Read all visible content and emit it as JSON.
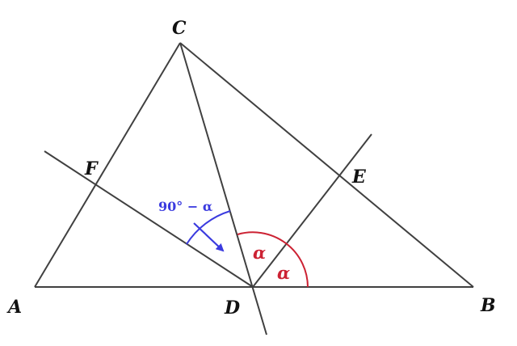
{
  "points": {
    "A": "A",
    "B": "B",
    "C": "C",
    "D": "D",
    "E": "E",
    "F": "F"
  },
  "angles": {
    "blue_label": "90° − α",
    "alpha_upper": "α",
    "alpha_lower": "α"
  },
  "colors": {
    "line": "#404040",
    "blue": "#3b3bdf",
    "red": "#cc2233",
    "label": "#111111"
  }
}
